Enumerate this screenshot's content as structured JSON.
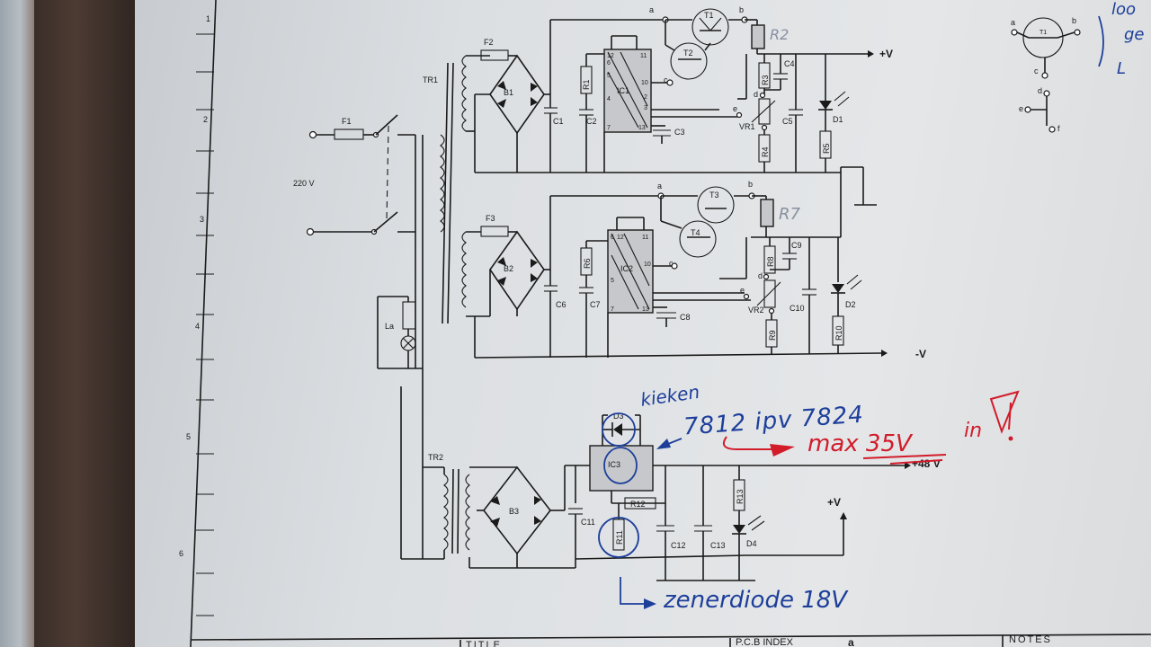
{
  "schematic": {
    "row_numbers": [
      "1",
      "2",
      "3",
      "4",
      "5",
      "6"
    ],
    "mains_label": "220 V",
    "fuses": [
      "F1",
      "F2",
      "F3"
    ],
    "transformers": [
      "TR1",
      "TR2"
    ],
    "bridges": [
      "B1",
      "B2",
      "B3"
    ],
    "lamp": "La",
    "ics": [
      "IC1",
      "IC2",
      "IC3"
    ],
    "transistors": [
      "T1",
      "T2",
      "T3",
      "T4"
    ],
    "potentiometers": [
      "VR1",
      "VR2"
    ],
    "leds": [
      "D1",
      "D2",
      "D4"
    ],
    "diode_d3": "D3",
    "capacitors": [
      "C1",
      "C2",
      "C3",
      "C4",
      "C5",
      "C6",
      "C7",
      "C8",
      "C9",
      "C10",
      "C11",
      "C12",
      "C13"
    ],
    "resistors": [
      "R1",
      "R3",
      "R4",
      "R5",
      "R6",
      "R8",
      "R9",
      "R10",
      "R11",
      "R12",
      "R13"
    ],
    "pins": {
      "ic_top_left": "12",
      "ic_top_right": "11",
      "ic_left_6": "6",
      "ic_left_5": "5",
      "ic_left_4": "4",
      "ic_left_7": "7",
      "ic_right_10": "10",
      "ic_right_2": "2",
      "ic_right_3": "3",
      "ic_right_13": "13"
    },
    "node_letters": [
      "a",
      "b",
      "c",
      "d",
      "e",
      "f"
    ],
    "outputs": {
      "plus_v": "+V",
      "minus_v": "-V",
      "plus_48v": "+48 V",
      "plus_v_bottom": "+V"
    }
  },
  "annotations": {
    "r2_pencil": "R2",
    "r7_pencil": "R7",
    "ic3_note_line1": "kieken",
    "ic3_note_line2": "7812 ipv 7824",
    "max_note": "max 35V",
    "in_note": "in",
    "zener_note": "zenerdiode 18V",
    "top_right_note_lines": [
      "loo",
      "ge",
      "L"
    ]
  },
  "title_block": {
    "title": "TITLE",
    "pcb_index": "P.C.B INDEX",
    "pcb_index_value": "a",
    "notes": "NOTES"
  },
  "colors": {
    "ink": "#1a1a1a",
    "pen_blue": "#1d3f9a",
    "pen_red": "#d21c2a",
    "paper": "#e4e6e8"
  }
}
